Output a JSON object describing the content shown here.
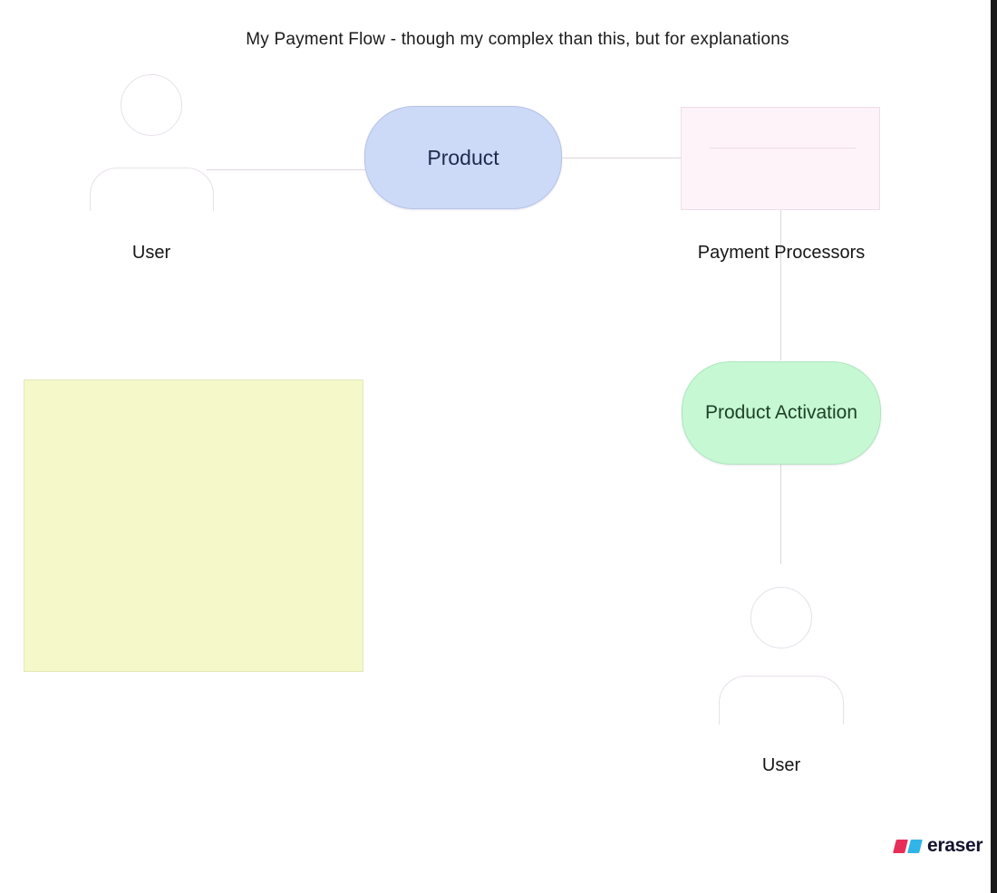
{
  "canvas": {
    "background": "#ffffff",
    "edge_strip_color": "#1a1a1a",
    "connector_color": "#ddd6dd"
  },
  "title": {
    "text": "My Payment Flow - though my complex than this, but for explanations",
    "color": "#1b1b1b"
  },
  "nodes": {
    "user_top": {
      "label": "User",
      "icon": "person-icon",
      "stroke": "#e7e0ea"
    },
    "product": {
      "label": "Product",
      "fill": "#ccd9f7",
      "border": "#b6c3e6",
      "text_color": "#202c4e"
    },
    "payment_processors": {
      "label": "Payment Processors",
      "icon": "card-icon",
      "fill": "#fdf3f8",
      "border": "#f0dce8"
    },
    "product_activation": {
      "label": "Product Activation",
      "fill": "#c6f9d3",
      "border": "#aee5bf",
      "text_color": "#1e4029"
    },
    "user_bottom": {
      "label": "User",
      "icon": "person-icon",
      "stroke": "#e7e0ea"
    },
    "sticky_note": {
      "fill": "#f5f8c8",
      "border": "#e4e7ba"
    }
  },
  "edges": [
    {
      "from": "user_top",
      "to": "product"
    },
    {
      "from": "product",
      "to": "payment_processors"
    },
    {
      "from": "payment_processors",
      "to": "product_activation"
    },
    {
      "from": "product_activation",
      "to": "user_bottom"
    }
  ],
  "watermark": {
    "text": "eraser",
    "icon_red": "#e72e59",
    "icon_blue": "#31b4e8",
    "text_color": "#11132e"
  }
}
